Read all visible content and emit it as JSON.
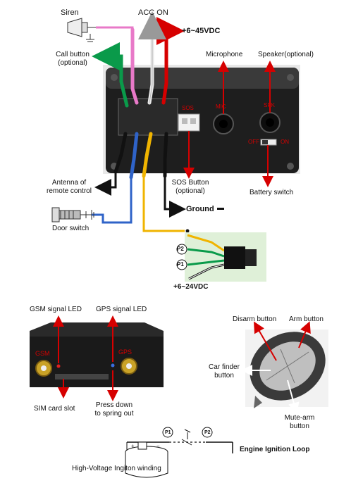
{
  "top": {
    "siren": "Siren",
    "acc_on": "ACC ON",
    "power_main": "+6~45VDC",
    "call_button": "Call button",
    "call_button_sub": "(optional)",
    "microphone": "Microphone",
    "speaker": "Speaker(optional)",
    "device_labels": {
      "sos": "SOS",
      "mic": "MIC",
      "spk": "SPK",
      "off": "OFF",
      "on": "ON"
    },
    "antenna": "Antenna of",
    "antenna_sub": "remote control",
    "sos_button": "SOS Button",
    "sos_button_sub": "(optional)",
    "battery_switch": "Battery switch",
    "ground": "Ground",
    "door_switch": "Door switch",
    "p2": "P2",
    "p1": "P1",
    "power_relay": "+6~24VDC"
  },
  "middle": {
    "gsm_led": "GSM signal LED",
    "gps_led": "GPS signal LED",
    "gsm": "GSM",
    "gps": "GPS",
    "sim_slot": "SIM card slot",
    "press_down": "Press down",
    "press_down_sub": "to spring out",
    "disarm": "Disarm button",
    "arm": "Arm button",
    "car_finder": "Car finder",
    "car_finder_sub": "button",
    "mute_arm": "Mute-arm",
    "mute_arm_sub": "button"
  },
  "bottom": {
    "p1": "P1",
    "p2": "P2",
    "ignition_loop": "Engine Ignition Loop",
    "hv_winding": "High-Voltage Ingiton winding"
  },
  "colors": {
    "pink": "#e879c8",
    "white_wire": "#e8e8e8",
    "red": "#d60000",
    "green": "#0a9a4a",
    "black": "#111111",
    "blue": "#2f63c8",
    "yellow": "#f0b400",
    "device": "#1e1e1e"
  }
}
